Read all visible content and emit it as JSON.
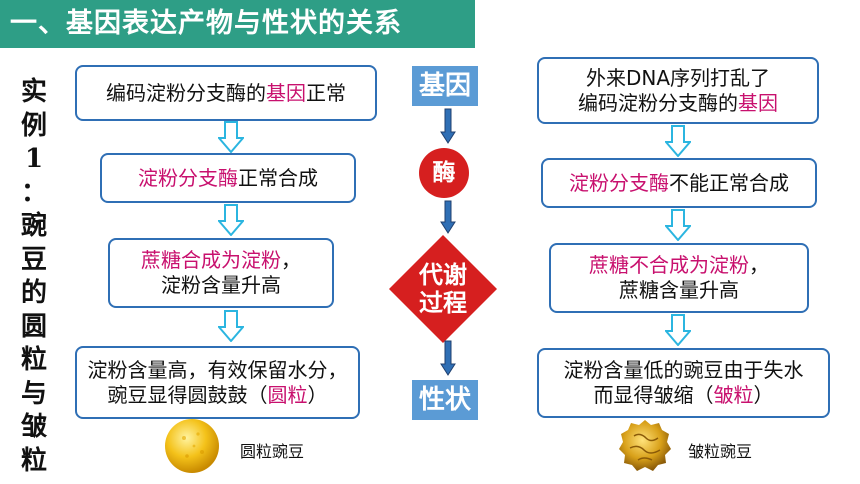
{
  "header": {
    "title": "一、基因表达产物与性状的关系"
  },
  "side_title": [
    "实",
    "例",
    "1",
    "：",
    "豌",
    "豆",
    "的",
    "圆",
    "粒",
    "与",
    "皱",
    "粒"
  ],
  "left": {
    "box1": {
      "pre": "编码淀粉分支酶的",
      "hl": "基因",
      "post": "正常"
    },
    "box2": {
      "hl": "淀粉分支酶",
      "post": "正常合成"
    },
    "box3": {
      "hl": "蔗糖合成为淀粉",
      "post": "，",
      "line2": "淀粉含量升高"
    },
    "box4": {
      "line1": "淀粉含量高，有效保留水分，",
      "pre": "豌豆显得圆鼓鼓（",
      "hl": "圆粒",
      "post": "）"
    },
    "caption": "圆粒豌豆"
  },
  "center": {
    "gene": "基因",
    "enzyme": "酶",
    "process_line1": "代谢",
    "process_line2": "过程",
    "trait": "性状"
  },
  "right": {
    "box1": {
      "line1": "外来DNA序列打乱了",
      "pre": "编码淀粉分支酶的",
      "hl": "基因"
    },
    "box2": {
      "hl": "淀粉分支酶",
      "post": "不能正常合成"
    },
    "box3": {
      "hl": "蔗糖不合成为淀粉",
      "post": "，",
      "line2": "蔗糖含量升高"
    },
    "box4": {
      "line1": "淀粉含量低的豌豆由于失水",
      "pre": "而显得皱缩（",
      "hl": "皱粒",
      "post": "）"
    },
    "caption": "皱粒豌豆"
  },
  "colors": {
    "title_bg": "#2e9e86",
    "box_border": "#2f6fb5",
    "highlight": "#c8106e",
    "label_bg": "#5b9bd5",
    "enzyme_red": "#d61f1f",
    "arrow_cyan": "#2bb5e0"
  }
}
